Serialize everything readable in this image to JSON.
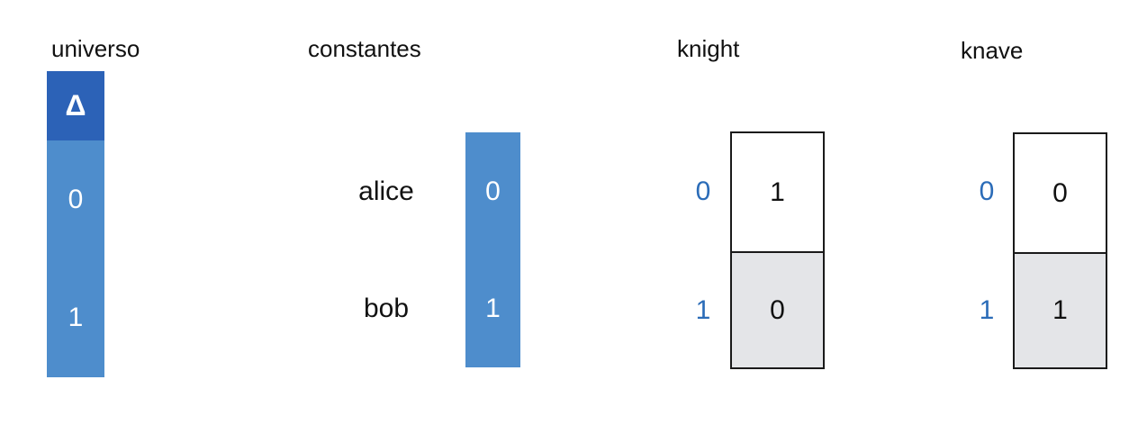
{
  "universo": {
    "title": "universo",
    "header_symbol": "Δ",
    "values": [
      "0",
      "1"
    ],
    "colors": {
      "header": "#2c62b7",
      "body": "#4e8dcc"
    }
  },
  "constantes": {
    "title": "constantes",
    "names": [
      "alice",
      "bob"
    ],
    "values": [
      "0",
      "1"
    ],
    "colors": {
      "body": "#4e8dcc"
    }
  },
  "knight": {
    "title": "knight",
    "indices": [
      "0",
      "1"
    ],
    "values": [
      "1",
      "0"
    ]
  },
  "knave": {
    "title": "knave",
    "indices": [
      "0",
      "1"
    ],
    "values": [
      "0",
      "1"
    ]
  },
  "colors": {
    "index_text": "#2b6cb8",
    "grey_cell": "#e4e5e8",
    "border": "#1a1a1a"
  }
}
